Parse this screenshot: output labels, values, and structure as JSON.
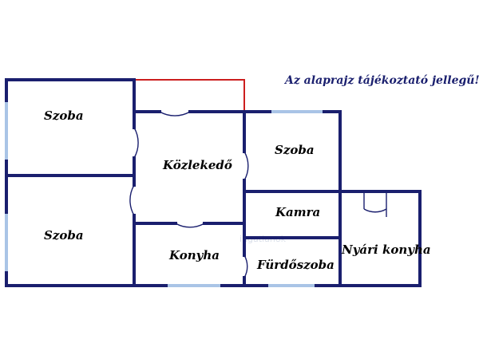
{
  "notice": "Az alaprajz tájékoztató jellegű!",
  "rooms": {
    "szoba_top": "Szoba",
    "szoba_bottom": "Szoba",
    "kozlekedo": "Közlekedő",
    "szoba_right": "Szoba",
    "kamra": "Kamra",
    "konyha": "Konyha",
    "furdoszoba": "Fürdőszoba",
    "nyari_konyha": "Nyári konyha"
  },
  "watermark": "ingatlanok",
  "colors": {
    "wall": "#1a1f6e",
    "window": "#a9c4e6",
    "red_wall": "#cc1e1e"
  }
}
